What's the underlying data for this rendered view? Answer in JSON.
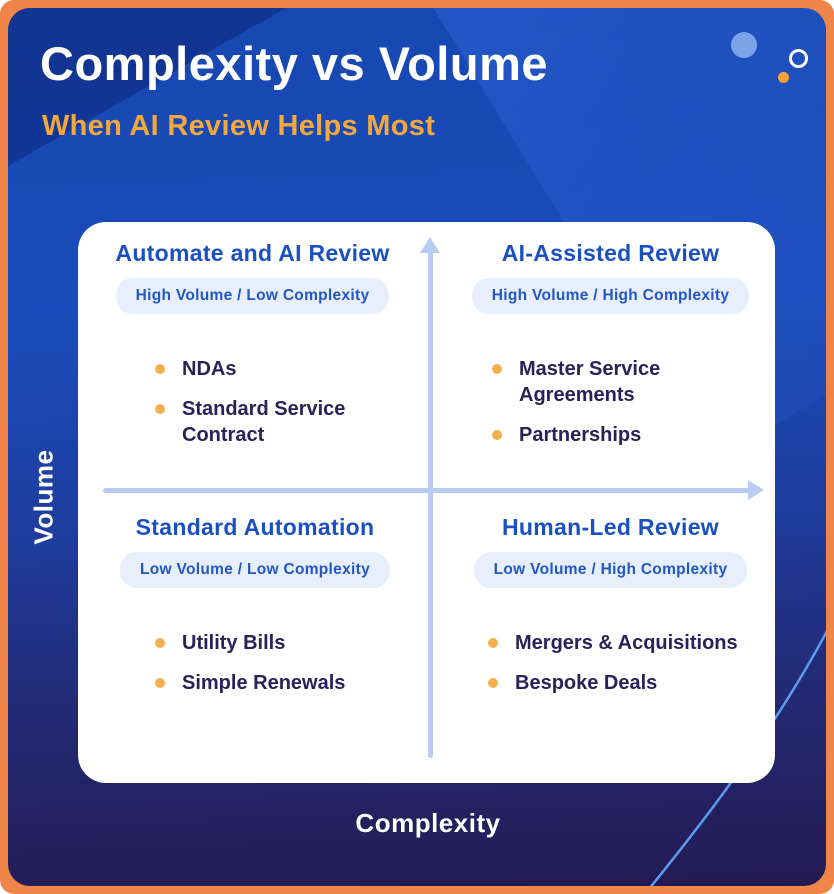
{
  "header": {
    "title": "Complexity vs Volume",
    "subtitle": "When AI Review Helps Most"
  },
  "axes": {
    "y_label": "Volume",
    "x_label": "Complexity"
  },
  "quadrants": [
    {
      "position": "top-left",
      "title": "Automate and AI Review",
      "badge": "High Volume / Low Complexity",
      "items": [
        "NDAs",
        "Standard Service Contract"
      ]
    },
    {
      "position": "top-right",
      "title": "AI-Assisted Review",
      "badge": "High Volume / High Complexity",
      "items": [
        "Master Service Agreements",
        "Partnerships"
      ]
    },
    {
      "position": "bottom-left",
      "title": "Standard Automation",
      "badge": "Low Volume / Low Complexity",
      "items": [
        "Utility Bills",
        "Simple Renewals"
      ]
    },
    {
      "position": "bottom-right",
      "title": "Human-Led Review",
      "badge": "Low Volume / High Complexity",
      "items": [
        "Mergers & Acquisitions",
        "Bespoke Deals"
      ]
    }
  ],
  "colors": {
    "frame_orange": "#f0854a",
    "subtitle_orange": "#f3a83e",
    "background_blue_top": "#1747b0",
    "background_purple_bottom": "#241a52",
    "quadrant_title_blue": "#1b50c1",
    "badge_background": "#e7eefc",
    "badge_text_blue": "#2257c5",
    "bullet_dot_orange": "#f5b04d",
    "item_text_navy": "#2b2158",
    "axis_light_blue": "#b9cdf2",
    "arc_light_blue": "#5b9af2"
  }
}
